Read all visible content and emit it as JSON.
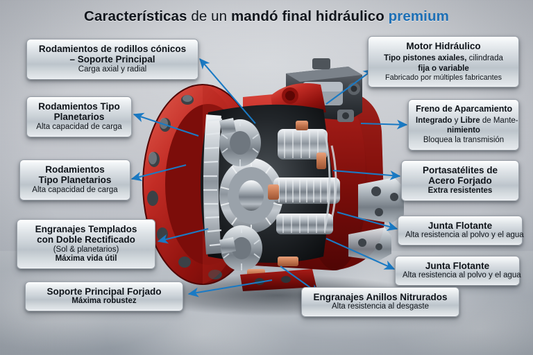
{
  "title": {
    "part1": "Características",
    "part2": " de un ",
    "part3": "mandó final hidráulico",
    "accent": "premium",
    "accent_color": "#1d6fb5"
  },
  "theme": {
    "line_color": "#1a7ac4",
    "box_border": "#9aa1a9",
    "background": "#c8cbd0"
  },
  "image": {
    "alt": "Corte transversal de un mando final hidráulico con carcasa roja, engranajes planetarios de acero y motor hidráulico"
  },
  "callouts": [
    {
      "id": "tapered-roller-bearings",
      "lines": [
        {
          "text": "Rodamientos de rodillos cónicos",
          "style": "head"
        },
        {
          "text": "– Soporte Principal",
          "style": "head"
        },
        {
          "text": "Carga axial y radial",
          "style": "sub"
        }
      ]
    },
    {
      "id": "planetary-bearings-1",
      "lines": [
        {
          "text": "Rodamientos Tipo",
          "style": "head"
        },
        {
          "text": "Planetarios",
          "style": "head"
        },
        {
          "text": "Alta capacidad de carga",
          "style": "sub"
        }
      ]
    },
    {
      "id": "planetary-bearings-2",
      "lines": [
        {
          "text": "Rodamientos",
          "style": "head"
        },
        {
          "text": "Tipo Planetarios",
          "style": "head"
        },
        {
          "text": "Alta capacidad de carga",
          "style": "sub"
        }
      ]
    },
    {
      "id": "hardened-gears",
      "lines": [
        {
          "text": "Engranajes Templados",
          "style": "head"
        },
        {
          "text": "con Doble Rectificado",
          "style": "head"
        },
        {
          "text": "(Sol & planetarios)",
          "style": "sub"
        },
        {
          "text": "Máxima vida útil",
          "style": "sub-b"
        }
      ]
    },
    {
      "id": "forged-main-support",
      "lines": [
        {
          "text": "Soporte Principal Forjado",
          "style": "head"
        },
        {
          "text": "Máxima robustez",
          "style": "sub-b"
        }
      ]
    },
    {
      "id": "hydraulic-motor",
      "lines": [
        {
          "text": "Motor Hidráulico",
          "style": "head"
        },
        {
          "text": "Tipo pistones axiales,",
          "style": "sub-b",
          "text2": " cilindrada",
          "style2": "sub"
        },
        {
          "text": "fija o variable",
          "style": "sub-b"
        },
        {
          "text": "Fabricado por múltiples fabricantes",
          "style": "sub-sm"
        }
      ]
    },
    {
      "id": "parking-brake",
      "lines": [
        {
          "text": "Freno de Aparcamiento",
          "style": "head-sm"
        },
        {
          "text": "Integrado",
          "style": "sub-b",
          "text2": " y ",
          "style2": "sub",
          "text3": "Libre",
          "style3": "sub-b",
          "text4": " de Mante-",
          "style4": "sub"
        },
        {
          "text": "nimiento",
          "style": "sub-b"
        },
        {
          "text": "Bloquea la transmisión",
          "style": "sub"
        }
      ]
    },
    {
      "id": "forged-planet-carrier",
      "lines": [
        {
          "text": "Portasatélites de",
          "style": "head"
        },
        {
          "text": "Acero Forjado",
          "style": "head"
        },
        {
          "text": "Extra resistentes",
          "style": "sub-b"
        }
      ]
    },
    {
      "id": "floating-seal-1",
      "lines": [
        {
          "text": "Junta Flotante",
          "style": "head"
        },
        {
          "text": "Alta resistencia al polvo y el agua",
          "style": "sub"
        }
      ]
    },
    {
      "id": "floating-seal-2",
      "lines": [
        {
          "text": "Junta Flotante",
          "style": "head"
        },
        {
          "text": "Alta resistencia al polvo y el agua",
          "style": "sub"
        }
      ]
    },
    {
      "id": "nitrided-ring-gears",
      "lines": [
        {
          "text": "Engranajes Anillos Nitrurados",
          "style": "head"
        },
        {
          "text": "Alta resistencia al desgaste",
          "style": "sub"
        }
      ]
    }
  ]
}
